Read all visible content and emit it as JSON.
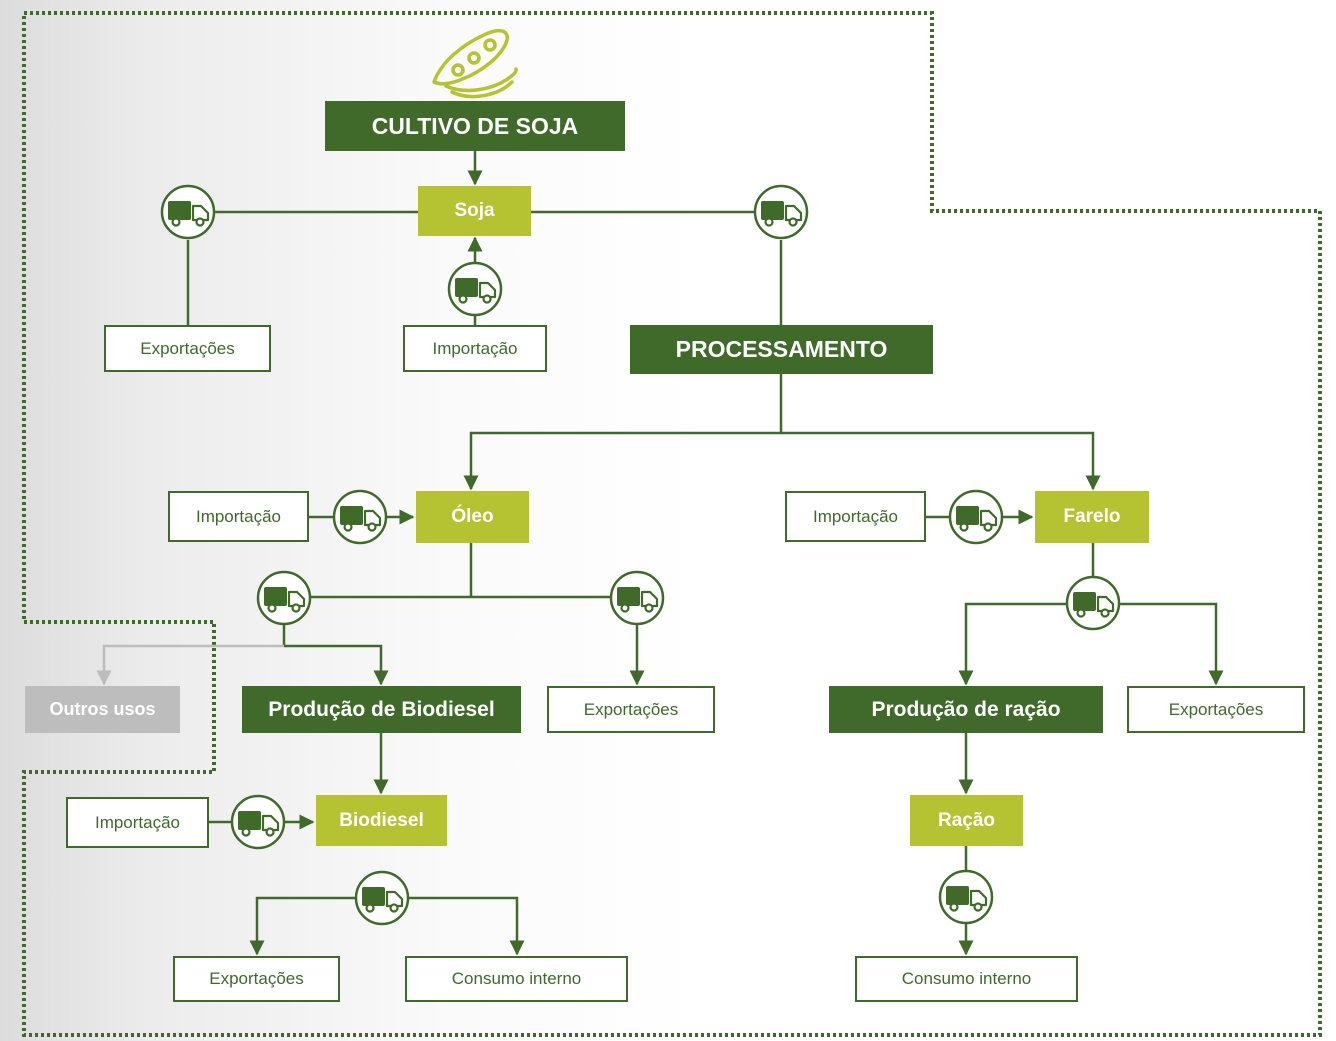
{
  "colors": {
    "dark_green": "#3f6a2a",
    "light_green": "#b5c232",
    "soy_icon": "#b5c232",
    "grey": "#bdbdbd",
    "border_dots": "#3f6a2a"
  },
  "icons": {
    "top": "soybean-pod-icon",
    "transport": "truck-icon"
  },
  "nodes": {
    "cultivo": "CULTIVO DE SOJA",
    "soja": "Soja",
    "exportacoes_soja": "Exportações",
    "importacao_soja": "Importação",
    "processamento": "PROCESSAMENTO",
    "importacao_oleo": "Importação",
    "oleo": "Óleo",
    "importacao_farelo": "Importação",
    "farelo": "Farelo",
    "outros_usos": "Outros usos",
    "producao_biodiesel": "Produção de Biodiesel",
    "exportacoes_oleo": "Exportações",
    "producao_racao": "Produção de ração",
    "exportacoes_farelo": "Exportações",
    "importacao_biodiesel": "Importação",
    "biodiesel": "Biodiesel",
    "racao": "Ração",
    "exportacoes_biodiesel": "Exportações",
    "consumo_biodiesel": "Consumo interno",
    "consumo_racao": "Consumo interno"
  }
}
